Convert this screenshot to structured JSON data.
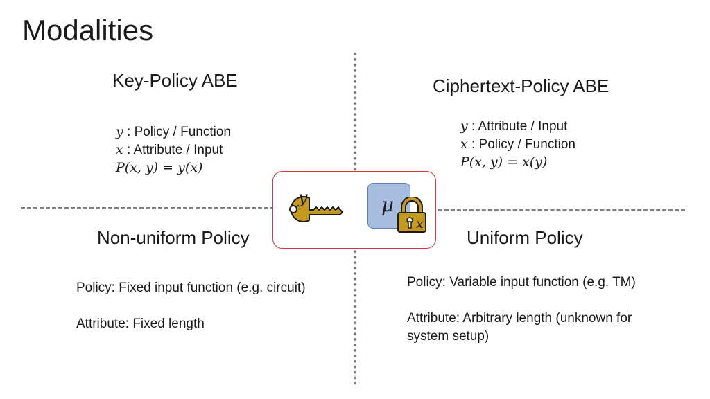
{
  "slide": {
    "title": "Modalities"
  },
  "key_policy": {
    "heading": "Key-Policy ABE",
    "lines": [
      {
        "var": "y",
        "text": " : Policy / Function"
      },
      {
        "var": "x",
        "text": " : Attribute / Input"
      }
    ],
    "equation": "P(x, y) = y(x)"
  },
  "ciphertext_policy": {
    "heading": "Ciphertext-Policy ABE",
    "lines": [
      {
        "var": "y",
        "text": " : Attribute / Input"
      },
      {
        "var": "x",
        "text": " : Policy / Function"
      }
    ],
    "equation": "P(x, y) = x(y)"
  },
  "non_uniform": {
    "heading": "Non-uniform Policy",
    "policy": "Policy: Fixed input function (e.g. circuit)",
    "attribute": "Attribute: Fixed length"
  },
  "uniform": {
    "heading": "Uniform Policy",
    "policy": "Policy: Variable input function (e.g. TM)",
    "attribute_line1": "Attribute: Arbitrary length (unknown for",
    "attribute_line2": "system setup)"
  },
  "center": {
    "key_label": "y",
    "message_label": "μ",
    "lock_label": "x",
    "icons": [
      "key-icon",
      "lock-icon"
    ]
  },
  "colors": {
    "key_gold": "#c49a1c",
    "box_border": "#d0383a",
    "cipher_fill": "#a6bde0"
  }
}
